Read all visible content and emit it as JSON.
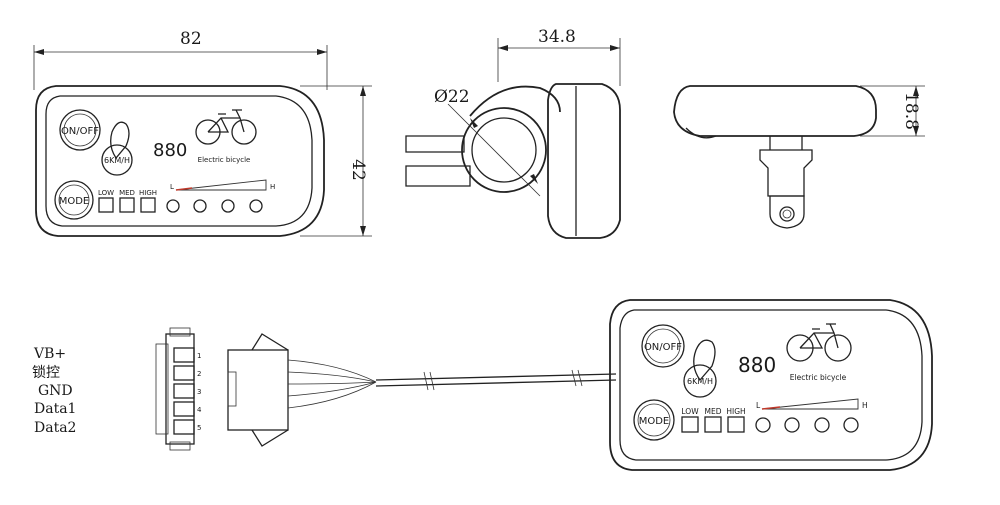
{
  "dimensions": {
    "width": "82",
    "height": "42",
    "depth": "34.8",
    "diameter": "Ø22",
    "thickness": "18.8"
  },
  "display": {
    "power_label": "ON/OFF",
    "mode_label": "MODE",
    "walk_label": "6KM/H",
    "speed_digits": "880",
    "bike_label": "Electric bicycle",
    "levels": [
      "LOW",
      "MED",
      "HIGH"
    ],
    "bar_low": "L",
    "bar_high": "H"
  },
  "connector": {
    "pins": [
      "VB+",
      "锁控",
      "GND",
      "Data1",
      "Data2"
    ],
    "pin_numbers": [
      "1",
      "2",
      "3",
      "4",
      "5"
    ]
  },
  "colors": {
    "line": "#222222",
    "accent": "#c0392b"
  }
}
